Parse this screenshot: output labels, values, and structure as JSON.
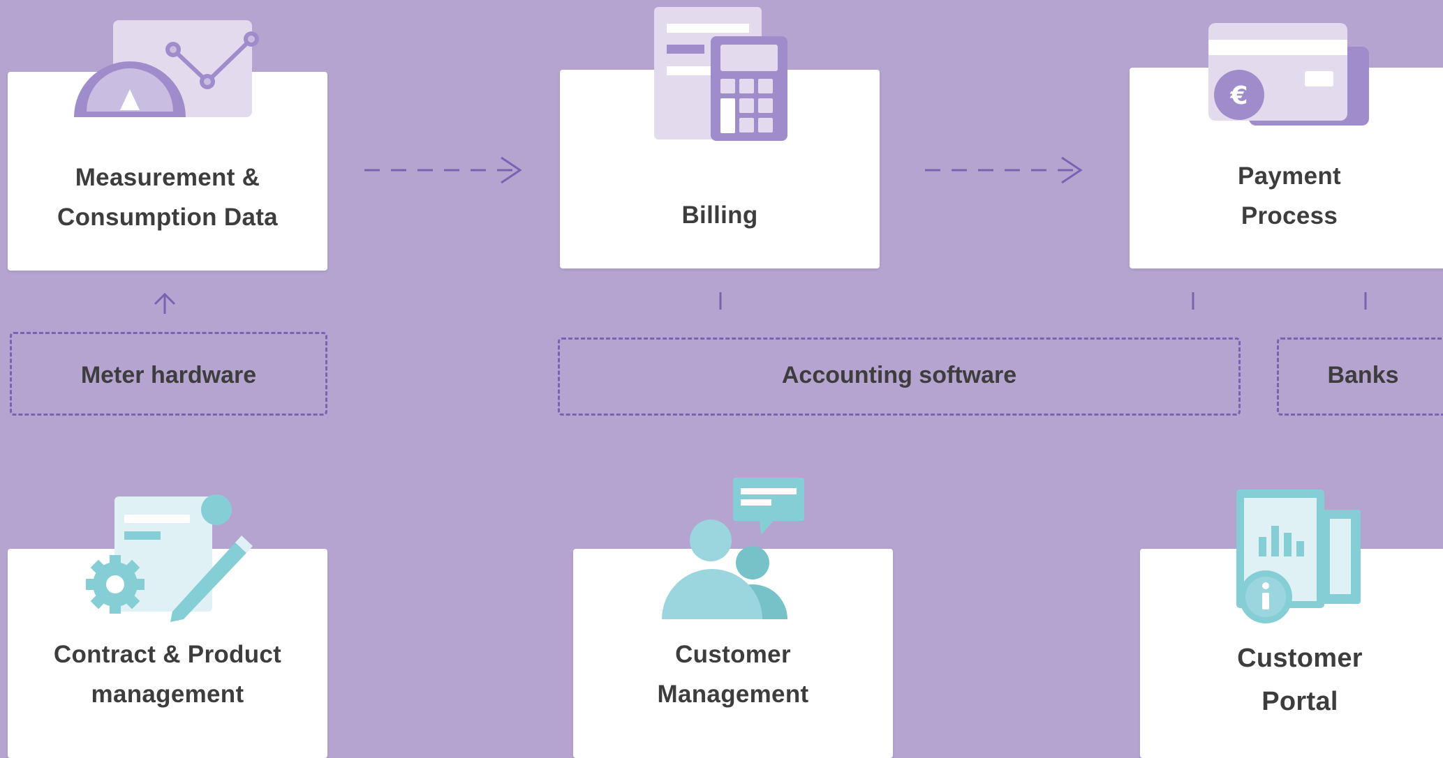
{
  "colors": {
    "background": "#b4a4cf",
    "card": "#ffffff",
    "text": "#3d3d3d",
    "purple_accent": "#7a62b0",
    "purple_icon": "#9f8ccb",
    "purple_light": "#e3daee",
    "teal_icon": "#86ced6",
    "teal_light": "#dff1f4"
  },
  "process_row": [
    {
      "id": "measurement",
      "line1": "Measurement &",
      "line2": "Consumption Data",
      "icon": "gauge-chart-icon"
    },
    {
      "id": "billing",
      "line1": "Billing",
      "line2": "",
      "icon": "calculator-invoice-icon"
    },
    {
      "id": "payment",
      "line1": "Payment",
      "line2": "Process",
      "icon": "euro-credit-card-icon"
    }
  ],
  "external_systems": [
    {
      "id": "meter",
      "label": "Meter hardware"
    },
    {
      "id": "accounting",
      "label": "Accounting software"
    },
    {
      "id": "banks",
      "label": "Banks"
    }
  ],
  "bottom_row": [
    {
      "id": "contract",
      "line1": "Contract & Product",
      "line2": "management",
      "icon": "contract-gear-pencil-icon"
    },
    {
      "id": "customer",
      "line1": "Customer",
      "line2": "Management",
      "icon": "customer-chat-icon"
    },
    {
      "id": "portal",
      "line1": "Customer",
      "line2": "Portal",
      "icon": "portal-info-chart-icon"
    }
  ]
}
